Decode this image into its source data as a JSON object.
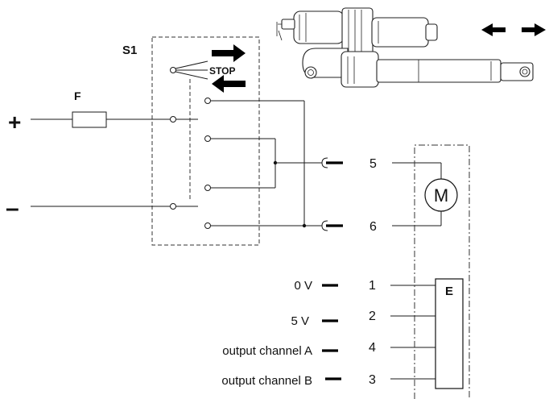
{
  "labels": {
    "switch": "S1",
    "fuse": "F",
    "stop": "STOP",
    "plus": "+",
    "minus": "–",
    "motor": "M",
    "encoder": "E"
  },
  "pins": {
    "motor_top": "5",
    "motor_bottom": "6",
    "p1": "1",
    "p2": "2",
    "p4": "4",
    "p3": "3"
  },
  "signals": {
    "zero_v": "0 V",
    "five_v": "5 V",
    "channel_a": "output channel A",
    "channel_b": "output channel B"
  },
  "icons": [
    "double-arrow-icon",
    "right-arrow-icon",
    "left-arrow-icon",
    "linear-actuator-drawing"
  ]
}
